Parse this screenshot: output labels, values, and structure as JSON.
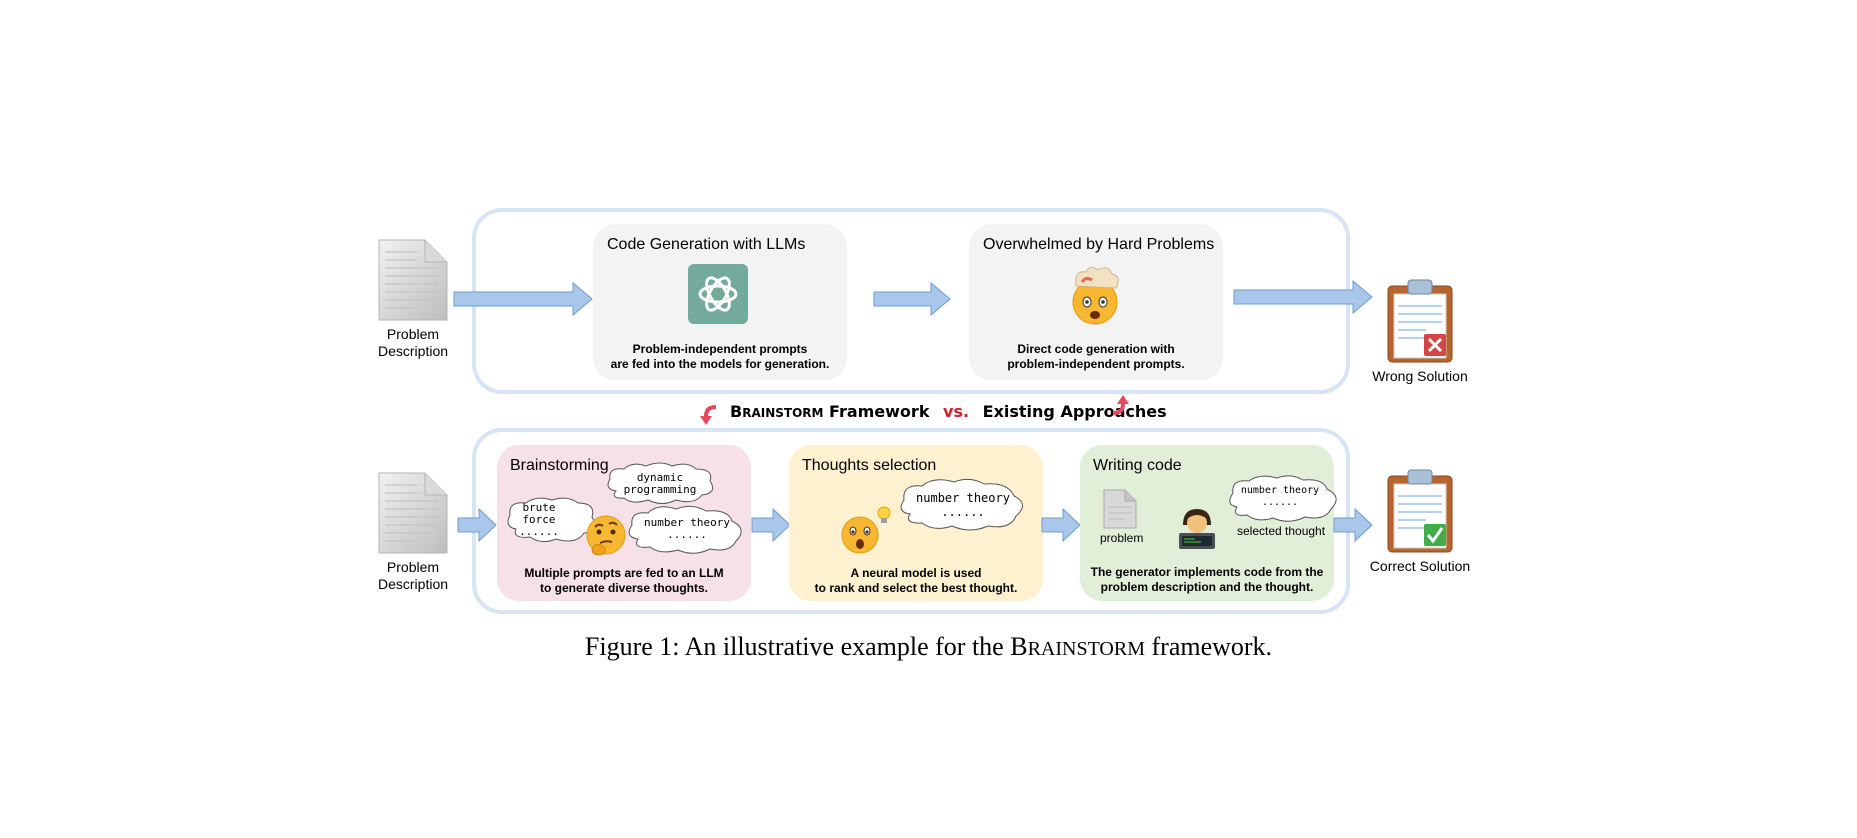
{
  "top_row": {
    "input_label": "Problem\nDescription",
    "panel1": {
      "title": "Code Generation with LLMs",
      "caption": "Problem-independent prompts\nare fed into the models for generation."
    },
    "panel2": {
      "title": "Overwhelmed by Hard Problems",
      "caption": "Direct code generation with\nproblem-independent prompts."
    },
    "output_label": "Wrong Solution"
  },
  "comparison": {
    "brainstorm_b": "B",
    "brainstorm_rest": "RAINSTORM",
    "framework_word": "Framework",
    "vs": "vs.",
    "existing": "Existing Approaches"
  },
  "bottom_row": {
    "input_label": "Problem\nDescription",
    "brainstorming": {
      "title": "Brainstorming",
      "cloud_1": "dynamic\nprogramming",
      "cloud_2": "brute\nforce\n......",
      "cloud_3": "number theory\n......",
      "caption": "Multiple prompts are fed to an LLM\nto generate diverse thoughts."
    },
    "thoughts_selection": {
      "title": "Thoughts selection",
      "cloud": "number theory\n......",
      "caption": "A neural model is used\nto rank and select the best thought."
    },
    "writing_code": {
      "title": "Writing code",
      "cloud": "number theory\n......",
      "problem_label": "problem",
      "selected_label": "selected thought",
      "caption": "The generator implements code from the\nproblem description and the thought."
    },
    "output_label": "Correct Solution"
  },
  "figure_caption": {
    "prefix": "Figure 1: An illustrative example for the ",
    "b": "B",
    "rest": "RAINSTORM",
    "suffix": " framework."
  },
  "colors": {
    "frame_border": "#d6e4f5",
    "arrow_fill": "#a9c7ea",
    "arrow_stroke": "#6f9ccf",
    "panel_gray": "#f3f3f3",
    "panel_pink": "#f6e1e8",
    "panel_yellow": "#fdf1cf",
    "panel_green": "#e1efd9",
    "vs_red": "#d0202a"
  },
  "icons": [
    "document-icon",
    "openai-logo-icon",
    "exploding-head-icon",
    "clipboard-wrong-icon",
    "clipboard-correct-icon",
    "thinking-face-icon",
    "astonished-face-icon",
    "lightbulb-icon",
    "technologist-icon",
    "thought-cloud-icon",
    "curved-arrow-icon"
  ]
}
